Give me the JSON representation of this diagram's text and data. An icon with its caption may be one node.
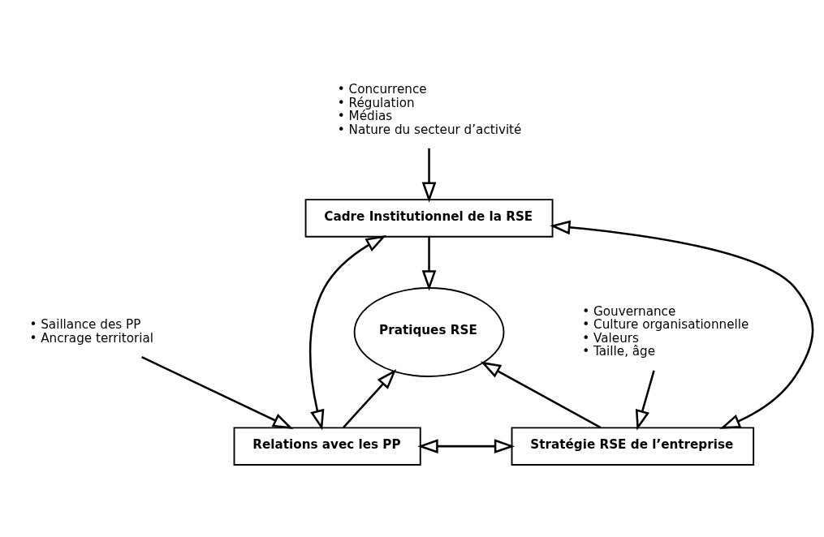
{
  "diagram": {
    "nodes": [
      {
        "text": [
          "Cadre Institutionnel de la RSE"
        ]
      },
      {
        "text": [
          "Pratiques RSE"
        ]
      },
      {
        "text": [
          "Relations avec les PP"
        ]
      },
      {
        "text": [
          "Stratégie RSE de l’entreprise"
        ]
      },
      {
        "text": [
          "• Concurrence",
          "• Régulation",
          "• Médias",
          "• Nature du secteur d’activité"
        ]
      },
      {
        "text": [
          "• Saillance des PP",
          "• Ancrage territorial"
        ]
      },
      {
        "text": [
          "• Gouvernance",
          "• Culture organisationnelle",
          "• Valeurs",
          "• Taille, âge"
        ]
      }
    ],
    "edges": [
      {
        "from": 4,
        "to": 0,
        "arrow": "to"
      },
      {
        "from": 0,
        "to": 1,
        "arrow": "to"
      },
      {
        "from": 0,
        "to": 2,
        "arrow": "both"
      },
      {
        "from": 0,
        "to": 3,
        "arrow": "both"
      },
      {
        "from": 5,
        "to": 2,
        "arrow": "to"
      },
      {
        "from": 6,
        "to": 3,
        "arrow": "to"
      },
      {
        "from": 2,
        "to": 1,
        "arrow": "to"
      },
      {
        "from": 3,
        "to": 1,
        "arrow": "to"
      },
      {
        "from": 2,
        "to": 3,
        "arrow": "both"
      }
    ]
  }
}
